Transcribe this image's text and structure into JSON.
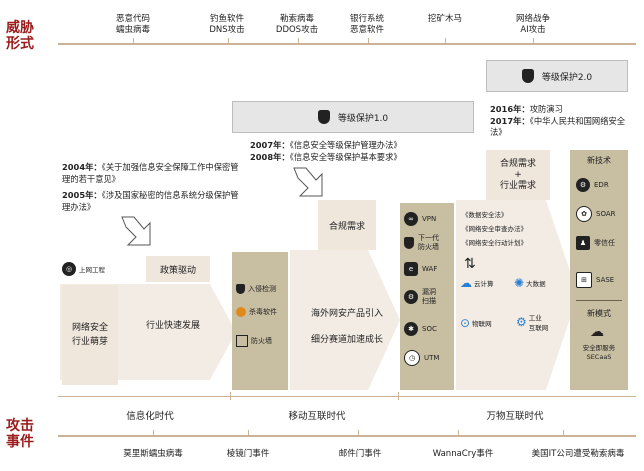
{
  "threat": {
    "label": "威胁\n形式",
    "items": [
      {
        "l1": "恶意代码",
        "l2": "蠕虫病毒"
      },
      {
        "l1": "钓鱼软件",
        "l2": "DNS攻击"
      },
      {
        "l1": "勒索病毒",
        "l2": "DDOS攻击"
      },
      {
        "l1": "银行系统",
        "l2": "恶意软件"
      },
      {
        "l1": "挖矿木马",
        "l2": ""
      },
      {
        "l1": "网络战争",
        "l2": "AI攻击"
      }
    ]
  },
  "attack": {
    "label": "攻击\n事件",
    "items": [
      "莫里斯蠕虫病毒",
      "棱镜门事件",
      "邮件门事件",
      "WannaCry事件",
      "美国IT公司遭受勒索病毒"
    ]
  },
  "eras": [
    "信息化时代",
    "移动互联时代",
    "万物互联时代"
  ],
  "dengbao1": {
    "title": "等级保护1.0",
    "p1_year": "2007年：",
    "p1_text": "《信息安全等级保护管理办法》",
    "p2_year": "2008年：",
    "p2_text": "《信息安全等级保护基本要求》"
  },
  "dengbao2": {
    "title": "等级保护2.0",
    "p1_year": "2016年：",
    "p1_text": "攻防演习",
    "p2_year": "2017年：",
    "p2_text": "《中华人民共和国网络安全法》"
  },
  "policy2004": {
    "year": "2004年：",
    "text": "《关于加强信息安全保障工作中保密管理的若干意见》"
  },
  "policy2005": {
    "year": "2005年：",
    "text": "《涉及国家秘密的信息系统分级保护管理办法》"
  },
  "blocks": {
    "shangwang": "上网工程",
    "zhengce": "政策驱动",
    "mengya": "网络安全\n行业萌芽",
    "kuaisu": "行业快速发展",
    "hegui": "合规需求",
    "hegui2": "合规需求\n+\n行业需求",
    "yinru": "海外网安产品引入",
    "fenzhi": "细分赛道加速成长",
    "newtech": "新技术",
    "newmode": "新模式",
    "secaas": "安全即服务\nSECaaS"
  },
  "products1": [
    "入侵检测",
    "杀毒软件",
    "防火墙"
  ],
  "products2": [
    "VPN",
    "下一代\n防火墙",
    "WAF",
    "漏洞\n扫描",
    "SOC",
    "UTM"
  ],
  "laws": [
    "《数据安全法》",
    "《网络安全审查办法》",
    "《网络安全行动计划》"
  ],
  "tech": [
    "云计算",
    "大数据",
    "物联网",
    "工业\n互联网"
  ],
  "newtech_items": [
    "EDR",
    "SOAR",
    "零信任",
    "SASE"
  ]
}
